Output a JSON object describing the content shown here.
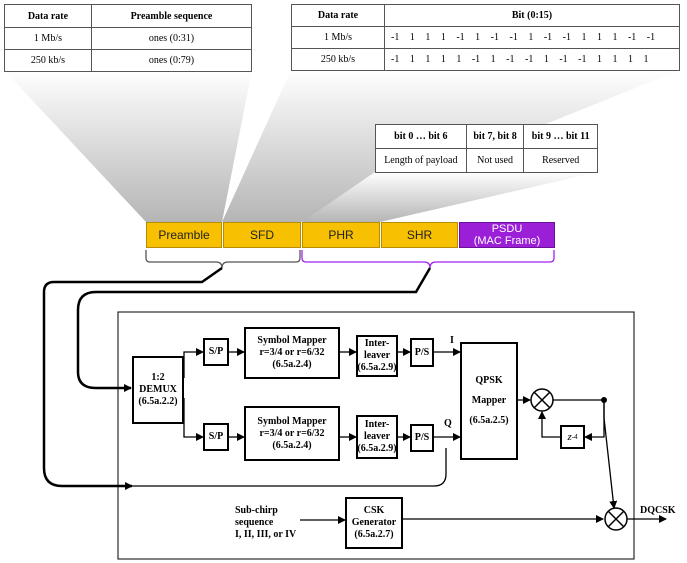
{
  "preamble_table": {
    "headers": [
      "Data rate",
      "Preamble sequence"
    ],
    "rows": [
      [
        "1 Mb/s",
        "ones (0:31)"
      ],
      [
        "250 kb/s",
        "ones (0:79)"
      ]
    ]
  },
  "sfd_table": {
    "headers": [
      "Data rate",
      "Bit (0:15)"
    ],
    "rows": [
      [
        "1 Mb/s",
        "-1 1 1 1 -1 1 -1 -1 1 -1 -1 1 1 1 -1 -1"
      ],
      [
        "250 kb/s",
        "-1 1 1 1 1 -1 1 -1 -1 1 -1 -1 1 1 1 1"
      ]
    ]
  },
  "phr_table": {
    "headers": [
      "bit 0 … bit 6",
      "bit 7, bit 8",
      "bit 9 … bit 11"
    ],
    "row": [
      "Length of payload",
      "Not used",
      "Reserved"
    ]
  },
  "frame_fields": {
    "preamble": "Preamble",
    "sfd": "SFD",
    "phr": "PHR",
    "shr": "SHR",
    "psdu_line1": "PSDU",
    "psdu_line2": "(MAC Frame)"
  },
  "blocks": {
    "demux": [
      "1:2",
      "DEMUX",
      "(6.5a.2.2)"
    ],
    "sp_top": "S/P",
    "sp_bottom": "S/P",
    "mapper_top": [
      "Symbol Mapper",
      "r=3/4 or r=6/32",
      "(6.5a.2.4)"
    ],
    "mapper_bottom": [
      "Symbol Mapper",
      "r=3/4 or r=6/32",
      "(6.5a.2.4)"
    ],
    "interleaver_top": [
      "Inter-",
      "leaver",
      "(6.5a.2.9)"
    ],
    "interleaver_bottom": [
      "Inter-",
      "leaver",
      "(6.5a.2.9)"
    ],
    "ps_top": "P/S",
    "ps_bottom": "P/S",
    "qpsk": [
      "QPSK",
      "Mapper",
      "(6.5a.2.5)"
    ],
    "csk": [
      "CSK",
      "Generator",
      "(6.5a.2.7)"
    ],
    "delay": "z",
    "delay_exp": "-4"
  },
  "labels": {
    "i": "I",
    "q": "Q",
    "subchirp": [
      "Sub-chirp",
      "sequence",
      "I, II, III, or IV"
    ],
    "output": "DQCSK"
  },
  "colors": {
    "field_yellow": "#f7c000",
    "field_purple": "#9b1fd6",
    "callout_gray": "#c8c8c8",
    "brace_purple": "#a020f0"
  }
}
